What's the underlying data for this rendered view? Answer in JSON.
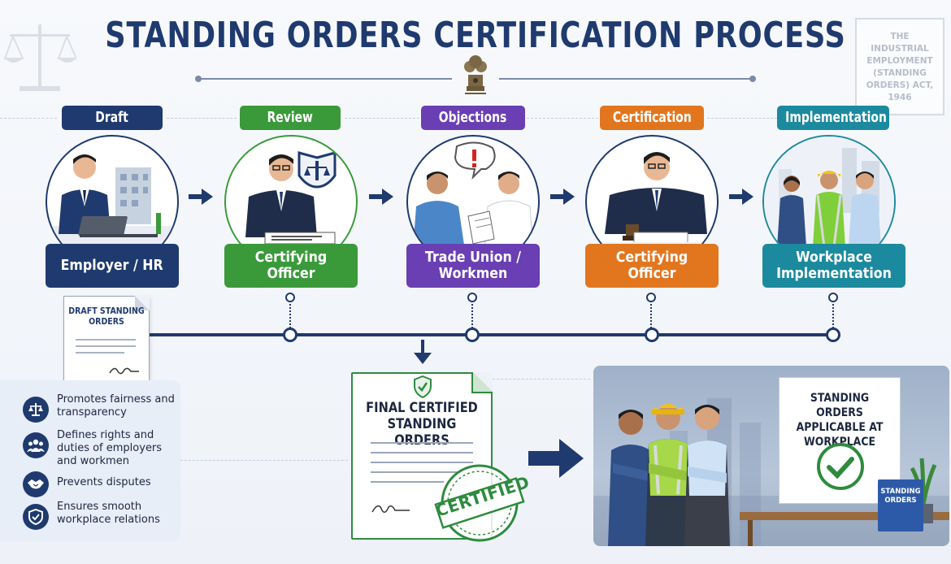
{
  "title": "STANDING ORDERS CERTIFICATION PROCESS",
  "act_reference": "THE INDUSTRIAL EMPLOYMENT (STANDING ORDERS) ACT, 1946",
  "stages": [
    {
      "label": "Draft",
      "role": "Employer / HR",
      "color": "#1f3a6e",
      "ring": "#1f3a6e"
    },
    {
      "label": "Review",
      "role": "Certifying Officer",
      "color": "#3a9a3a",
      "ring": "#3a9a3a"
    },
    {
      "label": "Objections",
      "role": "Trade Union / Workmen",
      "color": "#6a3fb3",
      "ring": "#1f3a6e"
    },
    {
      "label": "Certification",
      "role": "Certifying Officer",
      "color": "#e2761f",
      "ring": "#1f3a6e"
    },
    {
      "label": "Implementation",
      "role": "Workplace Implementation",
      "color": "#1c8a9e",
      "ring": "#1c8a9e"
    }
  ],
  "draft_document": "DRAFT STANDING ORDERS",
  "final_document": "FINAL CERTIFIED STANDING ORDERS",
  "stamp_text": "CERTIFIED",
  "benefits": [
    {
      "icon": "scales-icon",
      "text": "Promotes fairness and transparency"
    },
    {
      "icon": "people-icon",
      "text": "Defines rights and duties of employers and workmen"
    },
    {
      "icon": "handshake-icon",
      "text": "Prevents disputes"
    },
    {
      "icon": "shield-check-icon",
      "text": "Ensures smooth workplace relations"
    }
  ],
  "poster_text": "STANDING ORDERS APPLICABLE AT WORKPLACE",
  "binder_text": "STANDING ORDERS",
  "colors": {
    "navy": "#1f3a6e",
    "green": "#3a9a3a",
    "purple": "#6a3fb3",
    "orange": "#e2761f",
    "teal": "#1c8a9e",
    "certified_green": "#2e8b3e"
  }
}
